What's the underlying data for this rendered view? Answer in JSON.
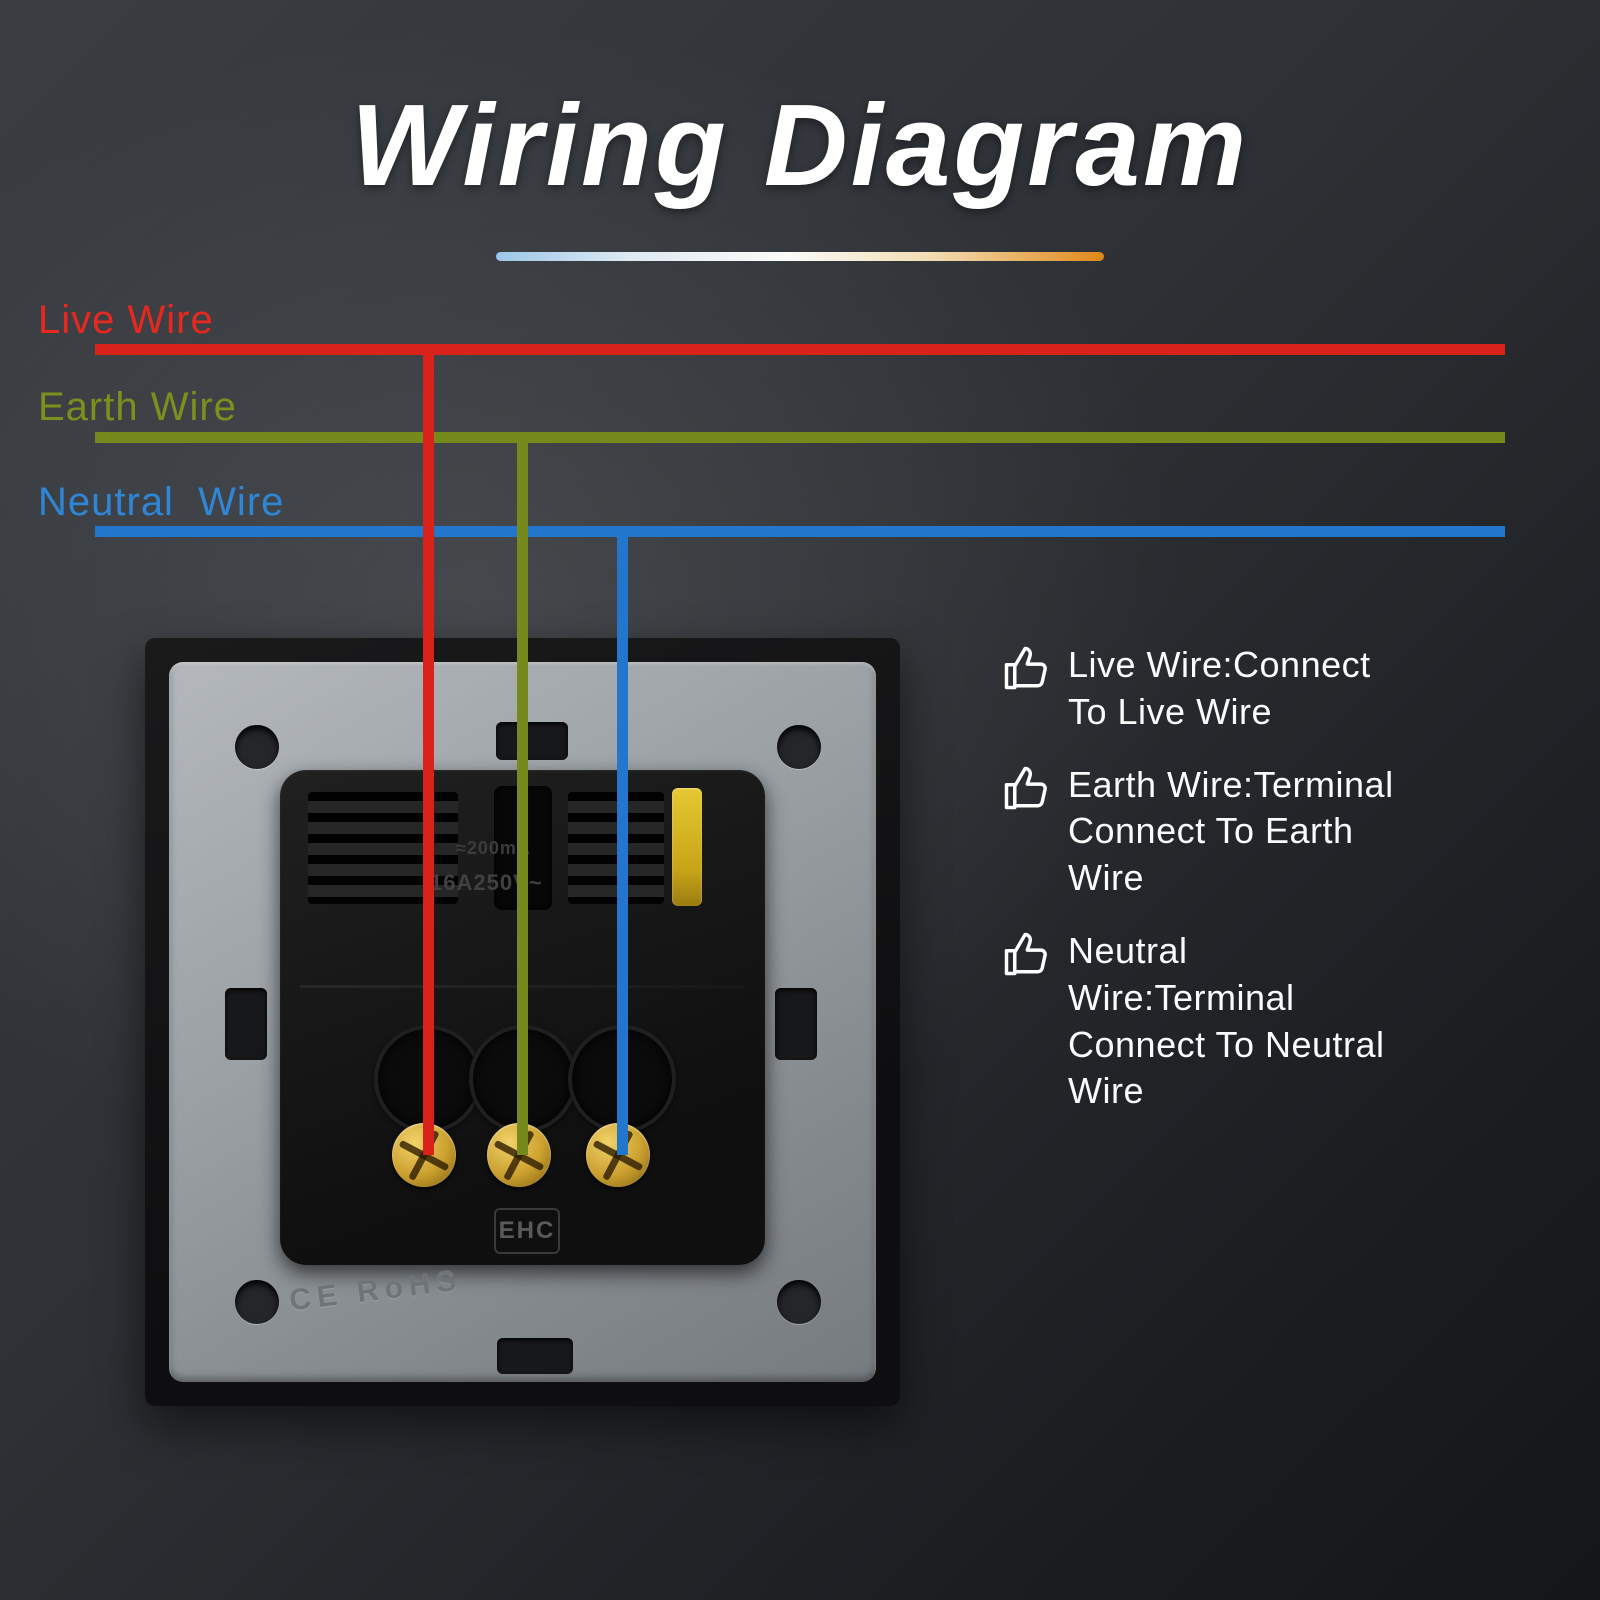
{
  "title": "Wiring Diagram",
  "colors": {
    "live": "#d8221a",
    "earth": "#75891c",
    "neutral": "#2277cc",
    "divider_orange": "#e08818",
    "divider_blue": "#9cc6e8"
  },
  "wires": [
    {
      "id": "live",
      "label": "Live Wire",
      "color": "#d8221a"
    },
    {
      "id": "earth",
      "label": "Earth Wire",
      "color": "#75891c"
    },
    {
      "id": "neutral",
      "label": "Neutral  Wire",
      "color": "#2277cc"
    }
  ],
  "notes": [
    {
      "text": "Live Wire:Connect To Live Wire"
    },
    {
      "text": "Earth Wire:Terminal Connect To Earth Wire"
    },
    {
      "text": "Neutral Wire:Terminal Connect To Neutral Wire"
    }
  ],
  "socket": {
    "current_marking": "≈200mA",
    "rating_marking": "16A250V~",
    "eac_marking": "EHC",
    "cert_marking": "CE RoHS"
  }
}
